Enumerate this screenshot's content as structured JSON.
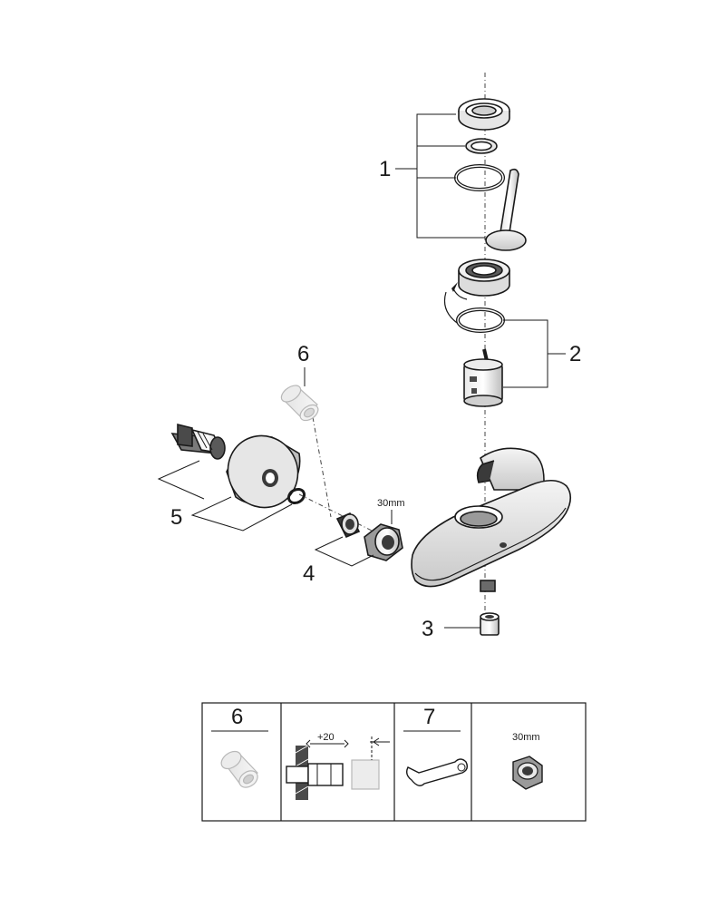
{
  "callouts": {
    "c1": "1",
    "c2": "2",
    "c3": "3",
    "c4": "4",
    "c5": "5",
    "c6": "6"
  },
  "size_label": "30mm",
  "legend": {
    "cell1_number": "6",
    "cell2_extension": "+20",
    "cell3_number": "7",
    "cell4_size": "30mm"
  },
  "colors": {
    "line": "#1a1a1a",
    "ghost": "#b8b8b8",
    "body_fill": "#d9d9d9",
    "dark_fill": "#4a4a4a"
  },
  "icons": [
    "wrench-icon",
    "nut-icon",
    "extension-adapter-icon",
    "wall-pipe-icon"
  ]
}
